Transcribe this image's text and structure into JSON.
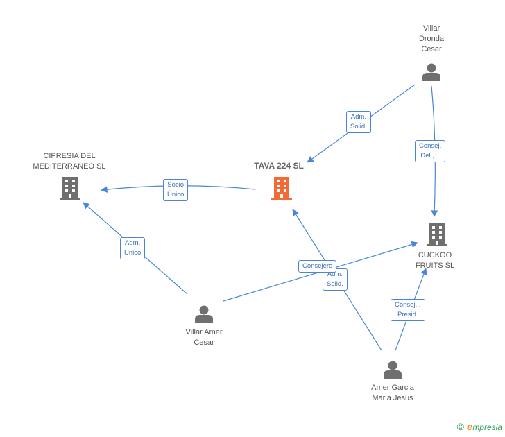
{
  "nodes": {
    "villar_dronda": {
      "label": "Villar\nDronda\nCesar",
      "kind": "person"
    },
    "cipresia": {
      "label": "CIPRESIA DEL\nMEDITERRANEO SL",
      "kind": "company"
    },
    "tava": {
      "label": "TAVA 224 SL",
      "kind": "company-main"
    },
    "cuckoo": {
      "label": "CUCKOO\nFRUITS SL",
      "kind": "company"
    },
    "villar_amer": {
      "label": "Villar Amer\nCesar",
      "kind": "person"
    },
    "amer_garcia": {
      "label": "Amer Garcia\nMaria Jesus",
      "kind": "person"
    }
  },
  "edges": [
    {
      "label": "Adm.\nSolid."
    },
    {
      "label": "Consej.\nDel.,..."
    },
    {
      "label": "Socio\nÚnico"
    },
    {
      "label": "Adm.\nUnico"
    },
    {
      "label": "Consejero"
    },
    {
      "label": "Adm.\nSolid."
    },
    {
      "label": "Consej. ,\nPresid."
    }
  ],
  "colors": {
    "edge": "#4a86d8",
    "company": "#6f6f6f",
    "main_company": "#f26a35",
    "person": "#6f6f6f"
  },
  "icons": {
    "person": "person-icon",
    "company": "building-icon"
  },
  "footer": {
    "copyright": "©",
    "brand_initial": "e",
    "brand_rest": "mpresia"
  }
}
